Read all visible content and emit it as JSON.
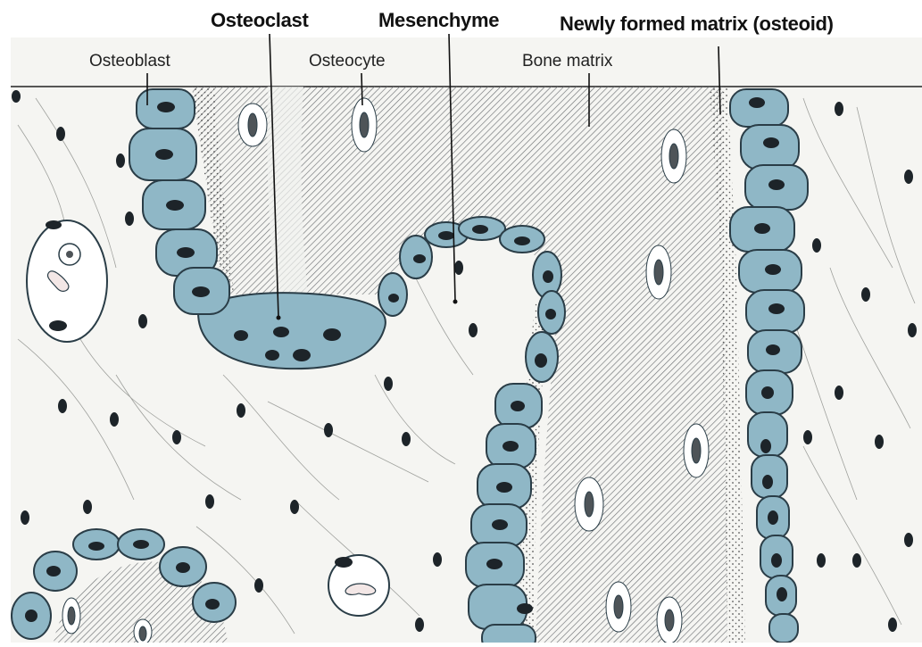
{
  "labels": {
    "osteoclast": "Osteoclast",
    "mesenchyme": "Mesenchyme",
    "osteoid": "Newly formed matrix (osteoid)",
    "osteoblast": "Osteoblast",
    "osteocyte": "Osteocyte",
    "bone_matrix": "Bone matrix"
  },
  "colors": {
    "cell_blue": "#8fb7c6",
    "cell_outline": "#2a3d47",
    "nucleus": "#1d2429",
    "matrix_background": "#f1f2ef",
    "hatch": "#6f7275",
    "mesenchyme_background": "#f7f7f4"
  }
}
